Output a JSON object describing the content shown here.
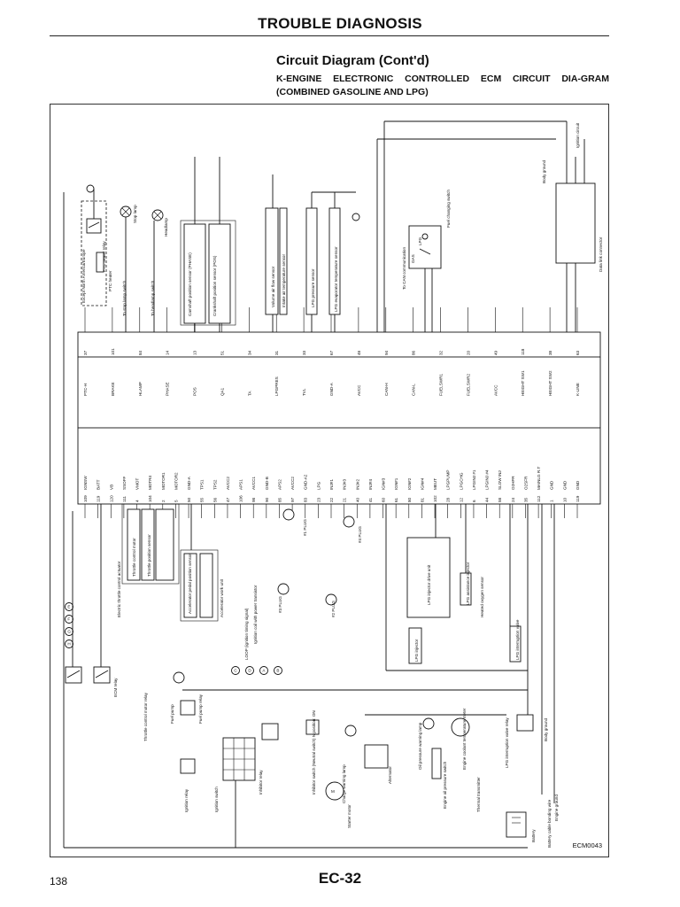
{
  "header": {
    "title": "TROUBLE DIAGNOSIS"
  },
  "section": {
    "title": "Circuit Diagram (Cont'd)",
    "subtitle": "K-ENGINE ELECTRONIC CONTROLLED ECM CIRCUIT DIA-GRAM (COMBINED GASOLINE AND LPG)"
  },
  "diagram": {
    "figure_id": "ECM0043",
    "top_labels": [
      "Except North America/Europe",
      "PTC heater relay",
      "PTC heater",
      "Stop lamp",
      "To stop lamp switch",
      "Headlamp",
      "To headlamp switch",
      "Camshaft position sensor (PHASE)",
      "Crankshaft position sensor (POS)",
      "Volume air flow sensor",
      "Intake air temperature sensor",
      "LPG pressure sensor",
      "LPG evaporator temperature sensor",
      "To CAN communication",
      "Fuel changing switch",
      "GAS",
      "LPG",
      "Body ground",
      "Ignition circuit",
      "Data link connector"
    ],
    "ecm_right_signals": [
      {
        "name": "PTC-H",
        "pin": "37"
      },
      {
        "name": "BRAKE",
        "pin": "101"
      },
      {
        "name": "HLAMP",
        "pin": "84"
      },
      {
        "name": "PHASE",
        "pin": "14"
      },
      {
        "name": "POS",
        "pin": "13"
      },
      {
        "name": "QA1",
        "pin": "51"
      },
      {
        "name": "TA",
        "pin": "34"
      },
      {
        "name": "LPGPRES",
        "pin": "31"
      },
      {
        "name": "TVL",
        "pin": "33"
      },
      {
        "name": "GND-A",
        "pin": "67"
      },
      {
        "name": "AVCC",
        "pin": "48"
      },
      {
        "name": "CAN-H",
        "pin": "94"
      },
      {
        "name": "CAN-L",
        "pin": "86"
      },
      {
        "name": "FUELSWR1",
        "pin": "32"
      },
      {
        "name": "FUELSWR2",
        "pin": "20"
      },
      {
        "name": "AVCC",
        "pin": "49"
      },
      {
        "name": "HEIGHT SW1",
        "pin": "118"
      },
      {
        "name": "HEIGHT SW2",
        "pin": "38"
      },
      {
        "name": "K-LINE",
        "pin": "63"
      }
    ],
    "ecm_left_signals": [
      {
        "pin": "109",
        "name": "IGNSW"
      },
      {
        "pin": "119",
        "name": "BATT"
      },
      {
        "pin": "120",
        "name": "VB"
      },
      {
        "pin": "111",
        "name": "SSOFF"
      },
      {
        "pin": "4",
        "name": "VMOT"
      },
      {
        "pin": "104",
        "name": "MOTR4"
      },
      {
        "pin": "2",
        "name": "MOTOR1"
      },
      {
        "pin": "5",
        "name": "MOTOR2"
      },
      {
        "pin": "50",
        "name": "GND-A"
      },
      {
        "pin": "55",
        "name": "TPS1"
      },
      {
        "pin": "56",
        "name": "TPS2"
      },
      {
        "pin": "47",
        "name": "AVCC2"
      },
      {
        "pin": "106",
        "name": "APS1"
      },
      {
        "pin": "98",
        "name": "AVCC1"
      },
      {
        "pin": "90",
        "name": "GND-B"
      },
      {
        "pin": "85",
        "name": "APS2"
      },
      {
        "pin": "97",
        "name": "AVCC2"
      },
      {
        "pin": "83",
        "name": "GND-A2"
      },
      {
        "pin": "23",
        "name": "LPG"
      },
      {
        "pin": "22",
        "name": "INJ#1"
      },
      {
        "pin": "21",
        "name": "INJ#3"
      },
      {
        "pin": "40",
        "name": "INJ#2"
      },
      {
        "pin": "41",
        "name": "INJ#4"
      },
      {
        "pin": "60",
        "name": "IGN#3"
      },
      {
        "pin": "61",
        "name": "IGN#1"
      },
      {
        "pin": "80",
        "name": "IGN#2"
      },
      {
        "pin": "81",
        "name": "IGN#4"
      },
      {
        "pin": "102",
        "name": "MEUT"
      },
      {
        "pin": "28",
        "name": "LPGPUMP"
      },
      {
        "pin": "12",
        "name": "LPGCHG"
      },
      {
        "pin": "6",
        "name": "LPGINJ #1"
      },
      {
        "pin": "44",
        "name": "LPGINJ #4"
      },
      {
        "pin": "58",
        "name": "SLOW INJ"
      },
      {
        "pin": "24",
        "name": "O2HFR"
      },
      {
        "pin": "35",
        "name": "O2SFR"
      },
      {
        "pin": "112",
        "name": "MAINLG R.T"
      },
      {
        "pin": "1",
        "name": "GND"
      },
      {
        "pin": "10",
        "name": "GND"
      },
      {
        "pin": "119",
        "name": "GND"
      }
    ],
    "left_labels": [
      "Throttle control motor relay",
      "ECM relay",
      "Fuel pump",
      "Fuel pump relay",
      "Ignition relay",
      "Ignition switch",
      "Inhibitor relay",
      "Inhibitor switch (Neutral switch) N position: ON",
      "Charge warning lamp",
      "Alternator",
      "Starter motor",
      "Oil pressure warning lamp",
      "Engine oil pressure switch",
      "Engine coolant temperature meter",
      "Thermal transmitter",
      "LPG interruption valve relay",
      "Body ground",
      "Engine ground",
      "Battery cable bonding wire",
      "Battery",
      "Electric throttle control actuator",
      "Throttle control motor",
      "Throttle position sensor",
      "Accelerator pedal position sensor",
      "Accelerator work unit",
      "LOOP (ignition timing signal)",
      "Ignition coil with power transistor",
      "LPG injector drive unit",
      "LPG injector",
      "LPG assistance injector",
      "Heated oxygen sensor",
      "LPG interruption valve",
      "#1 PLUG",
      "#2 PLUG",
      "#3 PLUG",
      "#4 PLUG"
    ],
    "connector_letters": [
      "E",
      "F",
      "G",
      "H",
      "C",
      "D",
      "A",
      "B"
    ]
  },
  "footer": {
    "page_number": "138",
    "section_page": "EC-32"
  }
}
